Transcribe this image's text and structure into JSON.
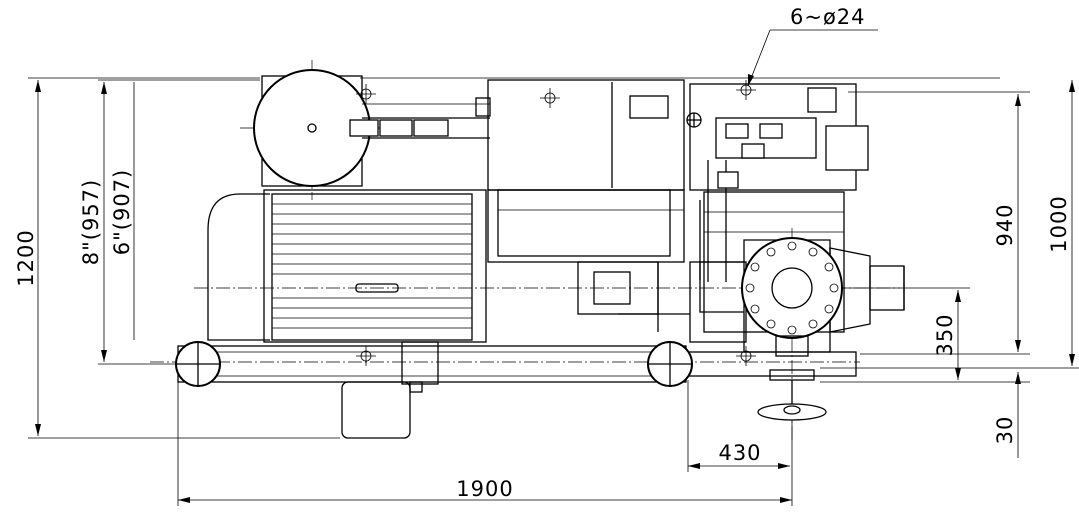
{
  "drawing": {
    "callout_holes": "6~ø24",
    "dims": {
      "overall_height": "1200",
      "suction_8": "8\"(957)",
      "discharge_6": "6\"(907)",
      "height_940": "940",
      "height_1000": "1000",
      "height_350": "350",
      "height_30": "30",
      "width_430": "430",
      "length_1900": "1900"
    }
  }
}
